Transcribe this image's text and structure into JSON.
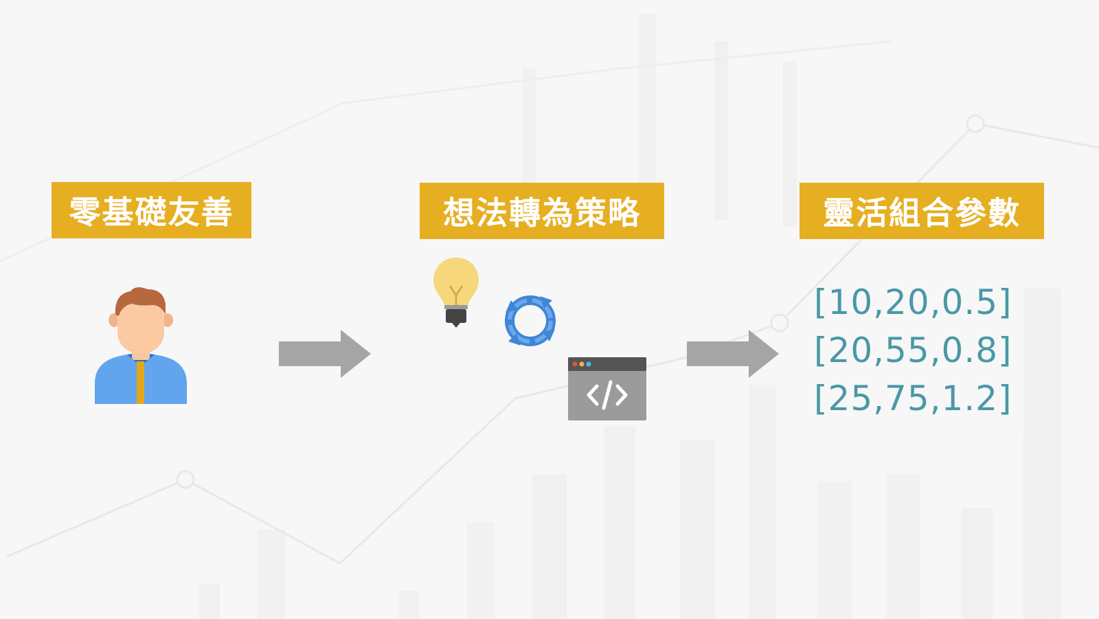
{
  "steps": [
    {
      "label": "零基礎友善",
      "icon": "person-icon"
    },
    {
      "label": "想法轉為策略",
      "icons": [
        "lightbulb-icon",
        "refresh-icon",
        "code-window-icon"
      ]
    },
    {
      "label": "靈活組合參數",
      "params": [
        "[10,20,0.5]",
        "[20,55,0.8]",
        "[25,75,1.2]"
      ]
    }
  ],
  "colors": {
    "label_bg": "#e6ae21",
    "label_text": "#ffffff",
    "params_text": "#4a98a6",
    "arrow": "#a3a5a6",
    "background": "#f7f7f7"
  }
}
